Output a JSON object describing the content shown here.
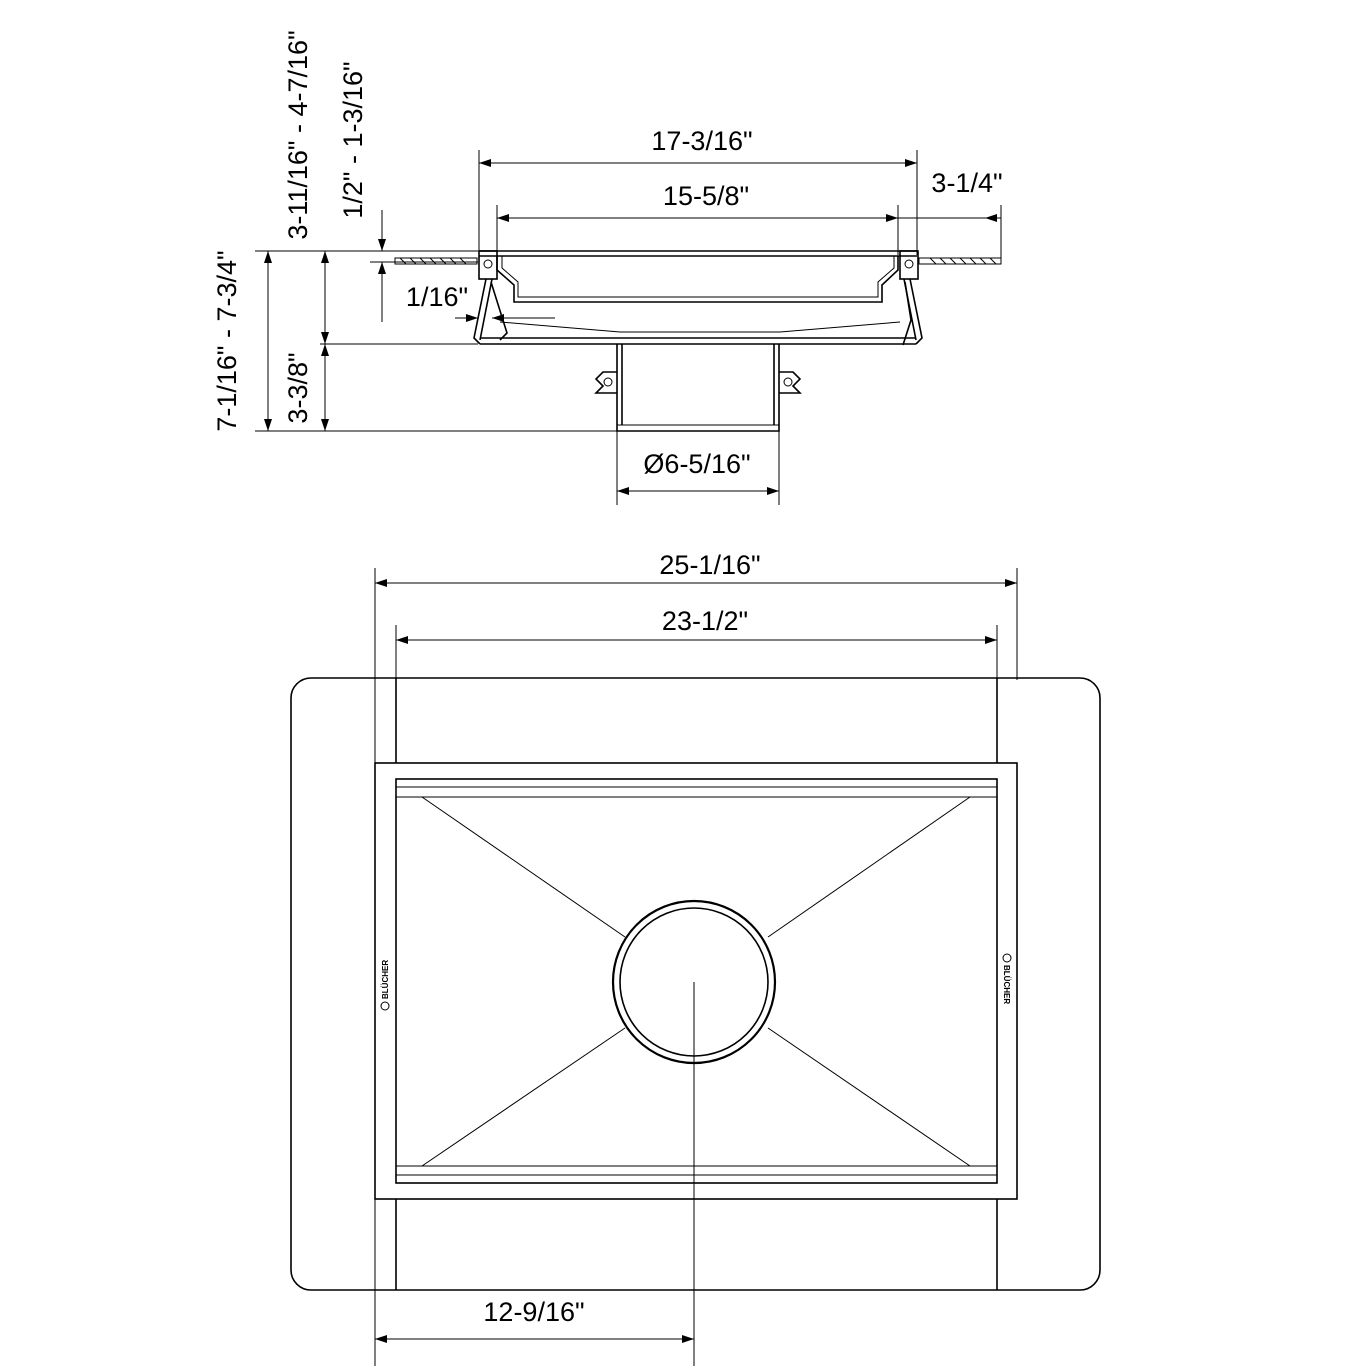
{
  "section_view": {
    "dimensions": {
      "overall_width": "17-3/16\"",
      "inner_width": "15-5/8\"",
      "flange_width": "3-1/4\"",
      "height_range_1": "3-11/16\" - 4-7/16\"",
      "height_range_2": "1/2\" - 1-3/16\"",
      "gap": "1/16\"",
      "total_height_range": "7-1/16\" - 7-3/4\"",
      "outlet_height": "3-3/8\"",
      "outlet_diameter": "Ø6-5/16\""
    }
  },
  "plan_view": {
    "dimensions": {
      "overall_width": "25-1/16\"",
      "inner_width": "23-1/2\"",
      "outlet_offset": "12-9/16\""
    },
    "brand_left": "BLÜCHER",
    "brand_right": "BLÜCHER"
  }
}
